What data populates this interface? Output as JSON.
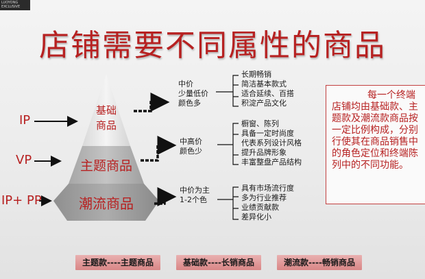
{
  "watermark": "LUOYONG EXCLUSIVE",
  "title": "店铺需要不同属性的商品",
  "pyramid": [
    {
      "label_lines": [
        "基础",
        "商品"
      ]
    },
    {
      "label_lines": [
        "主题商品"
      ]
    },
    {
      "label_lines": [
        "潮流商品"
      ]
    }
  ],
  "inputs": [
    "IP",
    "VP",
    "IP+ PP"
  ],
  "mid_notes": [
    [
      "中价",
      "少量低价",
      "颜色多"
    ],
    [
      "中高价",
      "颜色少"
    ],
    [
      "中价为主",
      "1-2个色"
    ]
  ],
  "right_notes": [
    [
      "长期畅销",
      "简洁基本款式",
      "适合延续、百搭",
      "积淀产品文化"
    ],
    [
      "橱窗、陈列",
      "具备一定时尚度",
      "代表系列设计风格",
      "提升品牌形象",
      "丰富整盘产品结构"
    ],
    [
      "具有市场流行度",
      "多为行业推荐",
      "业绩贡献款",
      "差异化小"
    ]
  ],
  "side_text": [
    "每一个终端",
    "店铺均由基础款、主",
    "题款及潮流款商品按",
    "一定比例构成，分别",
    "行使其在商品销售中",
    "的角色定位和终端陈",
    "列中的不同功能。"
  ],
  "tags": [
    "主题款----主题商品",
    "基础款----长销商品",
    "潮流款----畅销商品"
  ],
  "colors": {
    "accent": "#b72121",
    "pyramid_top": "#ebebeb",
    "pyramid_mid": "#b3b3b3",
    "pyramid_bottom": "#9a9a9a"
  }
}
